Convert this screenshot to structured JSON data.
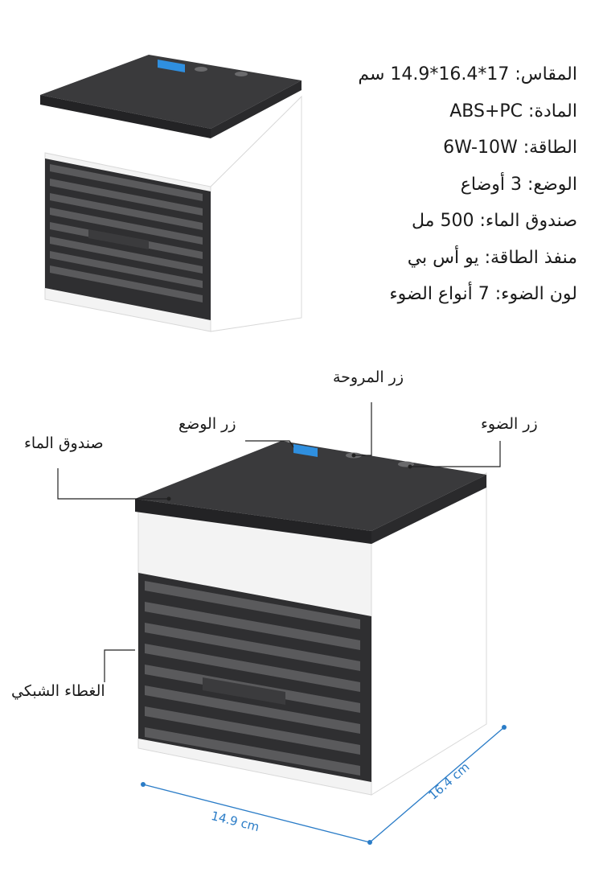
{
  "specs": [
    {
      "label": "المقاس",
      "value": "17*16.4*14.9 سم"
    },
    {
      "label": "المادة",
      "value": "ABS+PC"
    },
    {
      "label": "الطاقة",
      "value": "6W-10W"
    },
    {
      "label": "الوضع",
      "value": "3 أوضاع"
    },
    {
      "label": "صندوق الماء",
      "value": "500 مل"
    },
    {
      "label": "منفذ الطاقة",
      "value": "يو أس بي"
    },
    {
      "label": "لون الضوء",
      "value": "7 أنواع الضوء"
    }
  ],
  "callouts": {
    "fan_button": "زر المروحة",
    "mode_button": "زر الوضع",
    "light_button": "زر الضوء",
    "water_tank": "صندوق الماء",
    "grille_cover": "الغطاء الشبكي"
  },
  "dimensions": {
    "width": "14.9 cm",
    "depth": "16.4 cm"
  },
  "colors": {
    "device_top": "#3a3a3c",
    "device_body": "#ffffff",
    "grille": "#4a4a4c",
    "led_blue": "#2f8fdf",
    "dimension_line": "#2a7cc7"
  }
}
